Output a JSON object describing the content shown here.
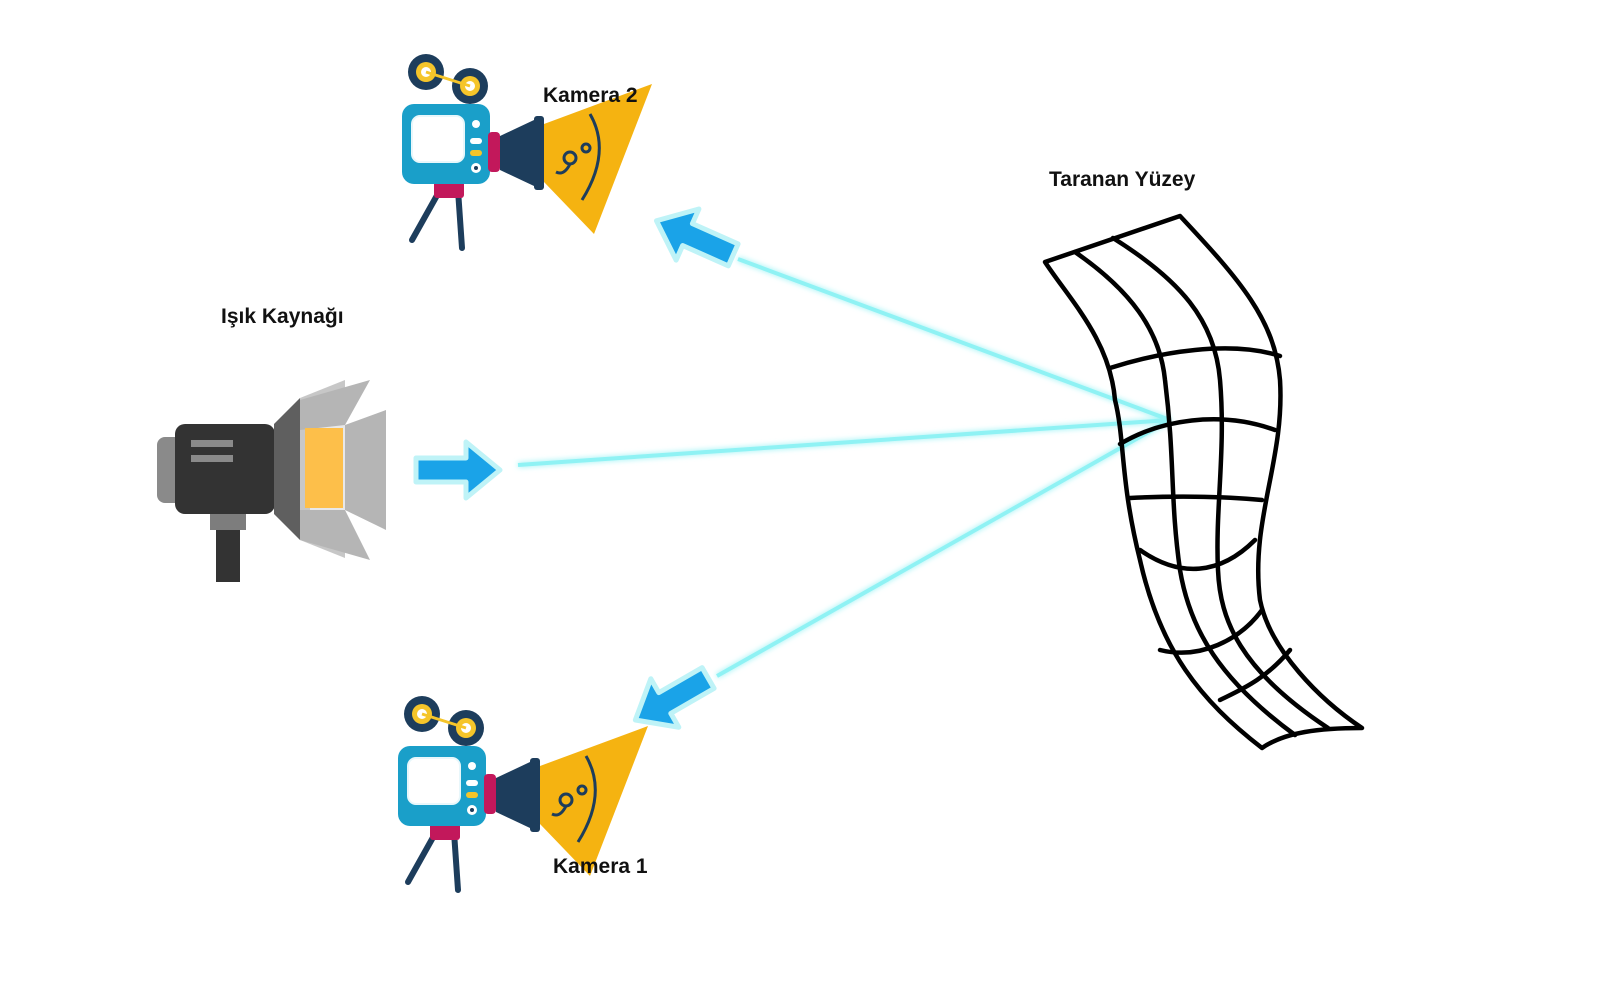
{
  "labels": {
    "camera_2": "Kamera 2",
    "light_source": "Işık Kaynağı",
    "scanned_surface": "Taranan Yüzey",
    "camera_1": "Kamera 1"
  },
  "colors": {
    "ray": "#8ff2f4",
    "arrow": "#1aa3e8",
    "arrow_glow": "#bff3f7",
    "camera_body": "#1a9fc9",
    "camera_dark": "#1d3d5c",
    "camera_cone": "#f5b311",
    "camera_reel_ring": "#f5c52a",
    "lamp_body": "#333333",
    "lamp_light": "#fdbf4a",
    "lamp_flaps": "#b5b5b5",
    "mesh": "#000000"
  },
  "icons": {
    "camera": "movie-camera-icon",
    "light": "studio-light-icon",
    "arrow": "direction-arrow-icon",
    "surface": "wireframe-mesh"
  }
}
